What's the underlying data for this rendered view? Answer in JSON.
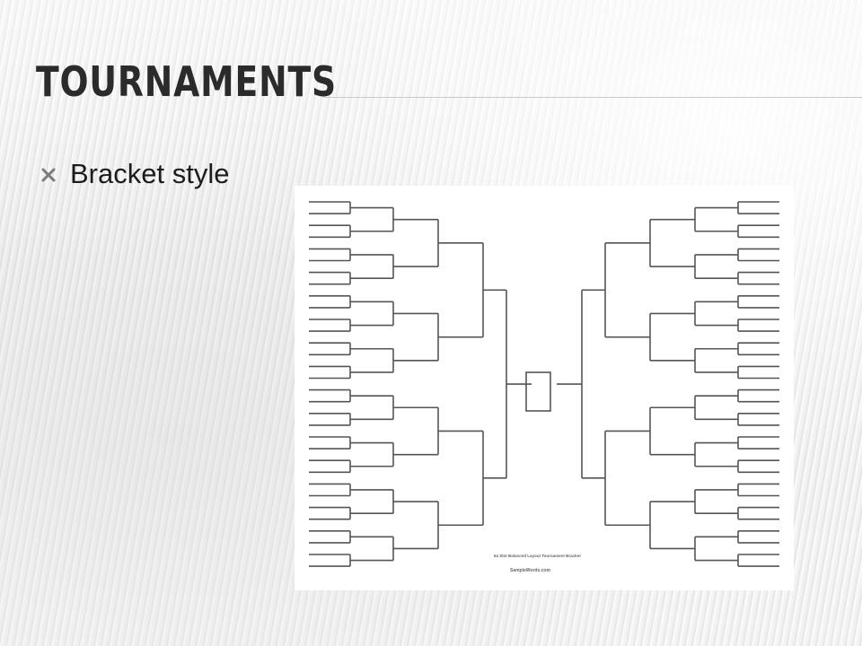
{
  "slide": {
    "title": "Tournaments",
    "bullets": [
      {
        "text": "Bracket style",
        "icon": "x-mark-icon"
      }
    ]
  },
  "image": {
    "caption_title": "64 Slot Balanced Layout Tournament Bracket",
    "caption_site": "SampleWords.com"
  },
  "colors": {
    "title": "#2b2b2b",
    "text": "#1c1c1c",
    "bracket_line": "#555555"
  }
}
